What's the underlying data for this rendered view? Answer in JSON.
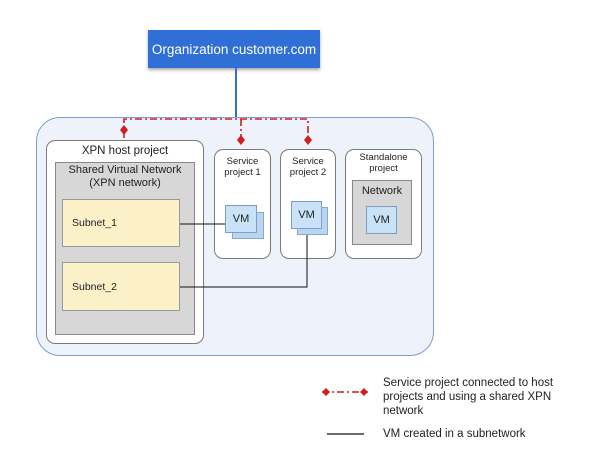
{
  "organization": {
    "label": "Organization customer.com"
  },
  "xpn_host": {
    "title": "XPN host project",
    "network_label": "Shared Virtual Network (XPN network)",
    "subnets": [
      "Subnet_1",
      "Subnet_2"
    ]
  },
  "service_projects": [
    {
      "label": "Service project 1",
      "vm_label": "VM"
    },
    {
      "label": "Service project 2",
      "vm_label": "VM"
    }
  ],
  "standalone": {
    "label": "Standalone project",
    "network_label": "Network",
    "vm_label": "VM"
  },
  "legend": [
    {
      "style": "dash-dot-red-diamond",
      "text": "Service project connected to host projects and using a shared XPN network"
    },
    {
      "style": "solid-black",
      "text": "VM created in a subnetwork"
    }
  ],
  "colors": {
    "org_blue": "#2f6fd6",
    "connector_red": "#d11f1f",
    "region_fill": "#eef3fb",
    "subnet_fill": "#fcf0c8",
    "vm_fill": "#c9e2f7"
  }
}
